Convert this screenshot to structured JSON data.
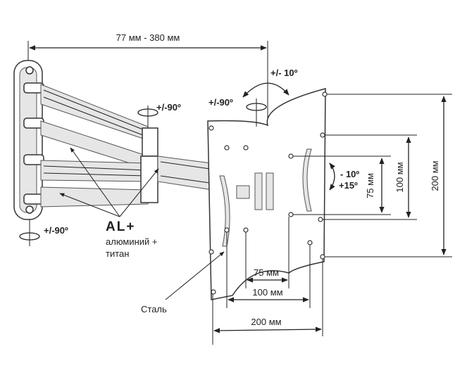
{
  "dimensions": {
    "arm_extension": "77 мм - 380 мм",
    "vesa_v_75": "75 мм",
    "vesa_v_100": "100 мм",
    "vesa_v_200": "200 мм",
    "vesa_h_75": "75 мм",
    "vesa_h_100": "100 мм",
    "vesa_h_200": "200 мм"
  },
  "rotations": {
    "swivel_mid": "+/-90º",
    "swivel_plate": "+/-90º",
    "swivel_wall": "+/-90º",
    "rotation": "+/- 10º",
    "tilt_down": "- 10º",
    "tilt_up": "+15º"
  },
  "materials": {
    "al_plus": "AL+",
    "arm_material_line1": "алюминий +",
    "arm_material_line2": "титан",
    "plate_material": "Сталь"
  }
}
